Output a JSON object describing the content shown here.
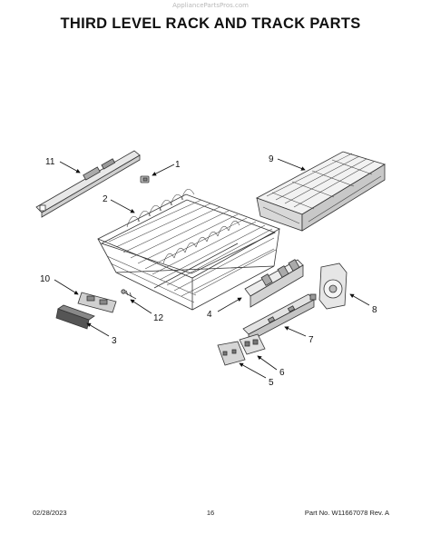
{
  "watermark": "AppliancePartsPros.com",
  "title": "THIRD LEVEL RACK AND TRACK PARTS",
  "footer": {
    "date": "02/28/2023",
    "page": "16",
    "part": "Part No. W11667078  Rev. A"
  },
  "callouts": [
    "1",
    "2",
    "3",
    "4",
    "5",
    "6",
    "7",
    "8",
    "9",
    "10",
    "11",
    "12"
  ]
}
